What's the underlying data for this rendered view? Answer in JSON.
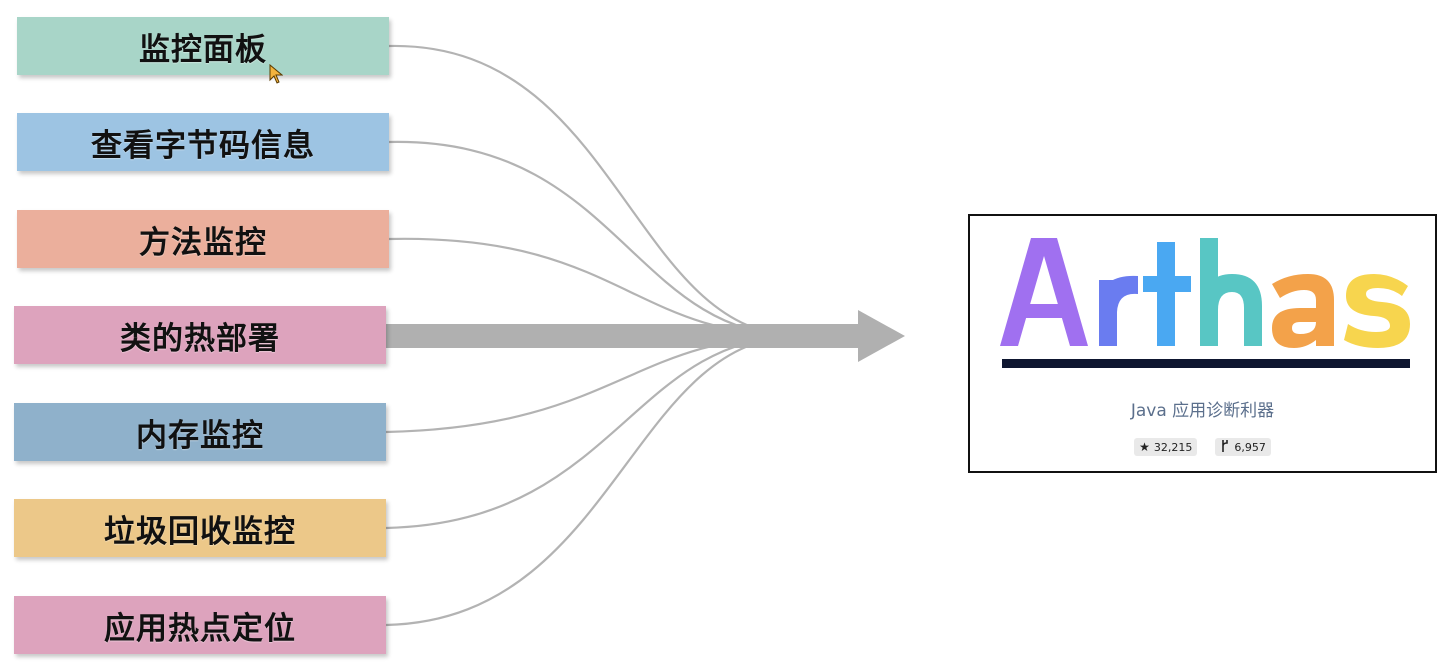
{
  "features": [
    {
      "label": "监控面板",
      "color": "#a8d5c8"
    },
    {
      "label": "查看字节码信息",
      "color": "#9dc4e3"
    },
    {
      "label": "方法监控",
      "color": "#ebaf9c"
    },
    {
      "label": "类的热部署",
      "color": "#dda3bd"
    },
    {
      "label": "内存监控",
      "color": "#8fb1cb"
    },
    {
      "label": "垃圾回收监控",
      "color": "#ecc889"
    },
    {
      "label": "应用热点定位",
      "color": "#dda3bd"
    }
  ],
  "product": {
    "logo_text": "Arthas",
    "logo_colors": [
      "#a070f0",
      "#6a7cf0",
      "#4aa8f2",
      "#58c6c4",
      "#f3a24a",
      "#f7d54e"
    ],
    "tagline": "Java 应用诊断利器",
    "stars": "32,215",
    "forks": "6,957"
  },
  "colors": {
    "connector": "#b3b3b3",
    "arrow": "#b0b0b0"
  }
}
